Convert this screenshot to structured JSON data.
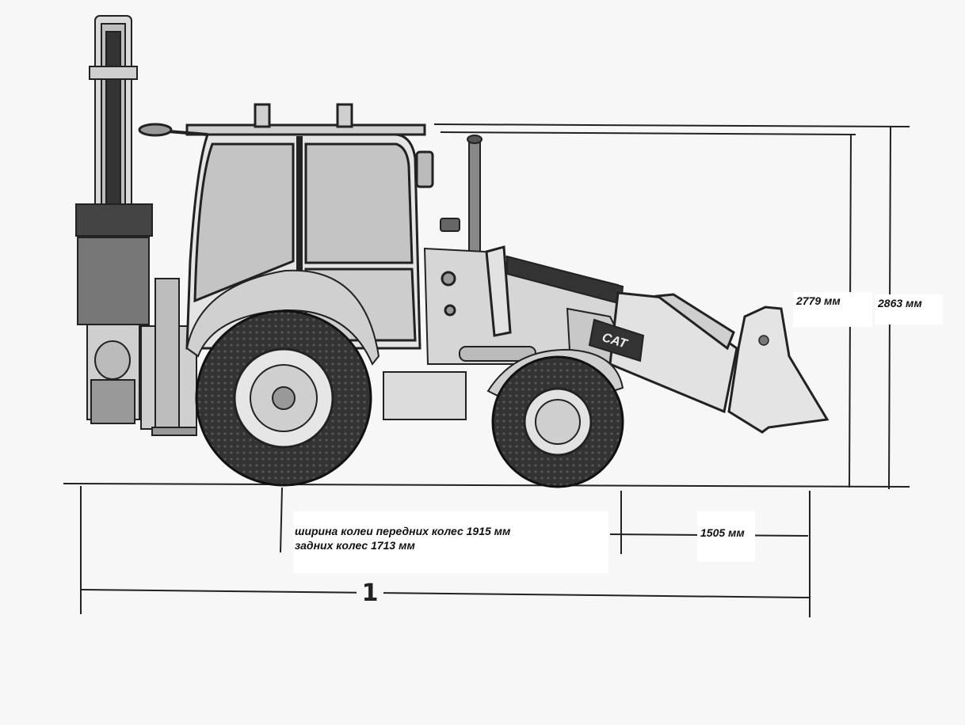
{
  "dimensions": {
    "height_inner": "2779 мм",
    "height_outer": "2863 мм",
    "track_front": "ширина колеи передних колес 1915 мм",
    "track_rear": "задних колес 1713 мм",
    "front_overhang": "1505 мм",
    "overall_marker": "1"
  },
  "machine": {
    "brand_badge": "CAT"
  },
  "colors": {
    "line": "#222222",
    "tire": "#2b2b2b",
    "body": "#d6d6d6",
    "glass": "#bdbdbd"
  }
}
